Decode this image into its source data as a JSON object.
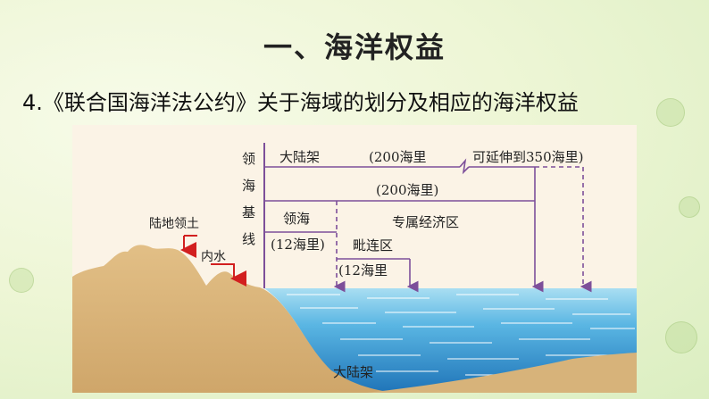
{
  "slide": {
    "title": "一、海洋权益",
    "subtitle": "4.《联合国海洋法公约》关于海域的划分及相应的海洋权益"
  },
  "diagram": {
    "baseline_chars": [
      "领",
      "海",
      "基",
      "线"
    ],
    "continental_shelf_top": "大陆架",
    "shelf_range": "(200海里",
    "shelf_extension": "可延伸到350海里)",
    "eez_range": "(200海里)",
    "eez": "专属经济区",
    "territorial_sea": "领海",
    "territorial_sea_range": "(12海里)",
    "contiguous_zone": "毗连区",
    "contiguous_zone_range": "(12海里",
    "land_territory": "陆地领土",
    "internal_waters": "内水",
    "continental_shelf_bottom": "大陆架"
  },
  "colors": {
    "arrow": "#7d4f9a",
    "red_arrow": "#d21f1f",
    "land": "#d9b57c",
    "sea_light": "#8fd3ee",
    "sea_dark": "#2f86c7",
    "sky": "#fbf3e6"
  }
}
